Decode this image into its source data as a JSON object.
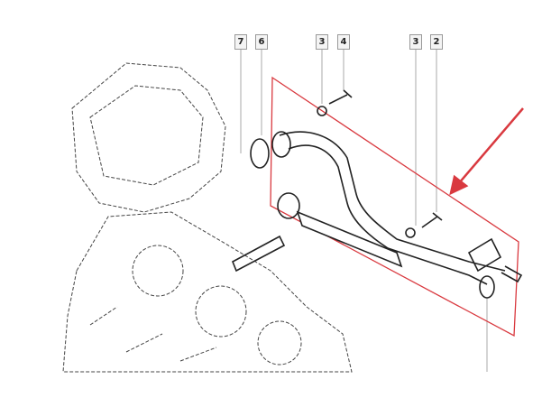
{
  "callouts": [
    "7",
    "6",
    "3",
    "4",
    "3",
    "2"
  ],
  "colors": {
    "highlight": "#d9393f",
    "lines": "#333333"
  }
}
